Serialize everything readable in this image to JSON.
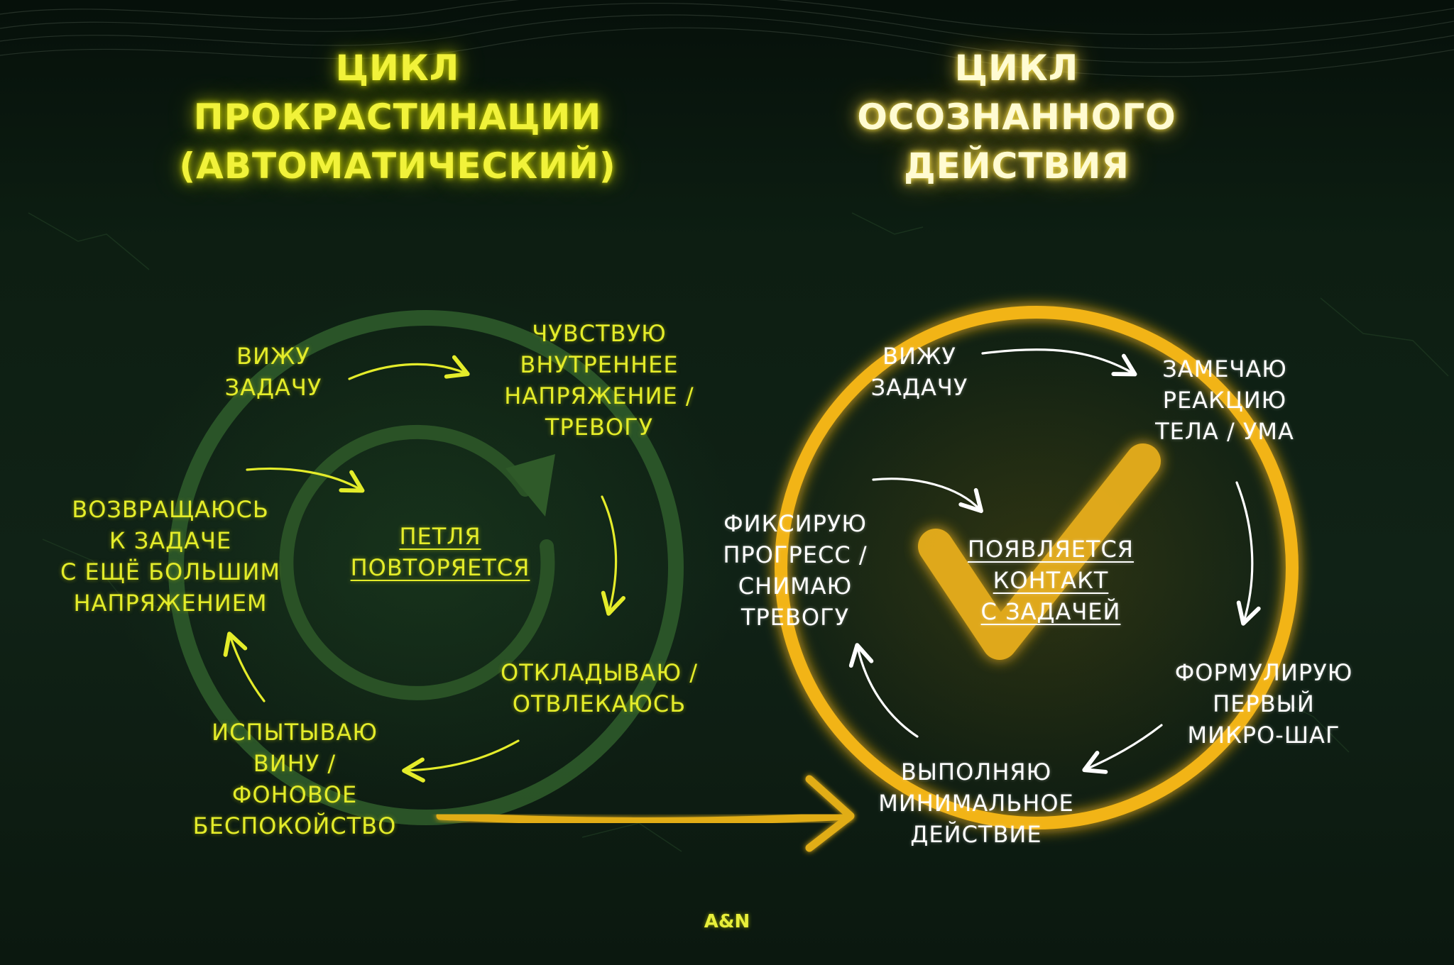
{
  "left_title": "ЦИКЛ\nПРОКРАСТИНАЦИИ\n(АВТОМАТИЧЕСКИЙ)",
  "right_title": "ЦИКЛ\nОСОЗНАННОГО\nДЕЙСТВИЯ",
  "left_cycle": {
    "see_task": "ВИЖУ\nЗАДАЧУ",
    "tension": "ЧУВСТВУЮ\nВНУТРЕННЕЕ\nНАПРЯЖЕНИЕ /\nТРЕВОГУ",
    "postpone": "ОТКЛАДЫВАЮ /\nОТВЛЕКАЮСЬ",
    "guilt": "ИСПЫТЫВАЮ\nВИНУ /\nФОНОВОЕ\nБЕСПОКОЙСТВО",
    "return": "ВОЗВРАЩАЮСЬ\nК ЗАДАЧЕ\nС ЕЩЁ БОЛЬШИМ\nНАПРЯЖЕНИЕМ",
    "center": "ПЕТЛЯ\nПОВТОРЯЕТСЯ"
  },
  "right_cycle": {
    "see_task": "ВИЖУ\nЗАДАЧУ",
    "notice": "ЗАМЕЧАЮ\nРЕАКЦИЮ\nТЕЛА / УМА",
    "formulate": "ФОРМУЛИРУЮ\nПЕРВЫЙ\nМИКРО-ШАГ",
    "perform": "ВЫПОЛНЯЮ\nМИНИМАЛЬНОЕ\nДЕЙСТВИЕ",
    "record": "ФИКСИРУЮ\nПРОГРЕСС /\nСНИМАЮ\nТРЕВОГУ",
    "center": "ПОЯВЛЯЕТСЯ\nКОНТАКТ\nС ЗАДАЧЕЙ"
  },
  "brand": "A&N",
  "colors": {
    "neon_yellow": "#e4ec2a",
    "gold": "#f2b418",
    "dark_green": "#2e5a2a",
    "background": "#0c1a0f"
  }
}
